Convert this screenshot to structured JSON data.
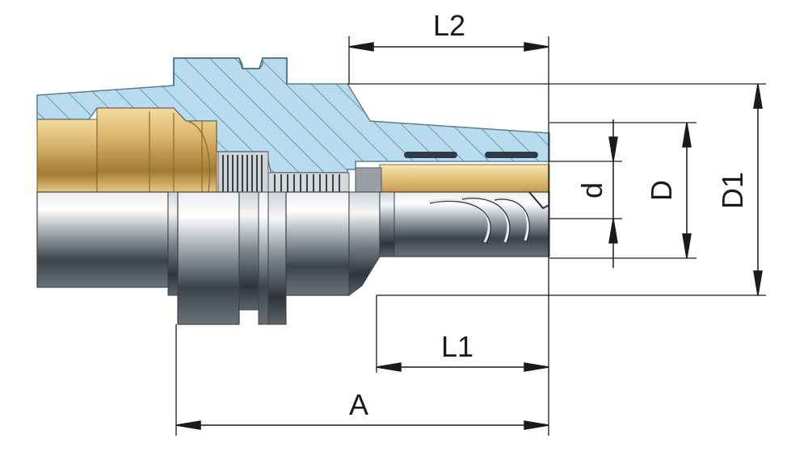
{
  "dimensions": {
    "l2": "L2",
    "l1": "L1",
    "a": "A",
    "d_small": "d",
    "d_mid": "D",
    "d_large": "D1"
  },
  "colors": {
    "section_hatch": "#a9d3e8",
    "brass": "#c9a25a",
    "steel": "#8a8f96",
    "dimension_line": "#1a1a1a"
  }
}
